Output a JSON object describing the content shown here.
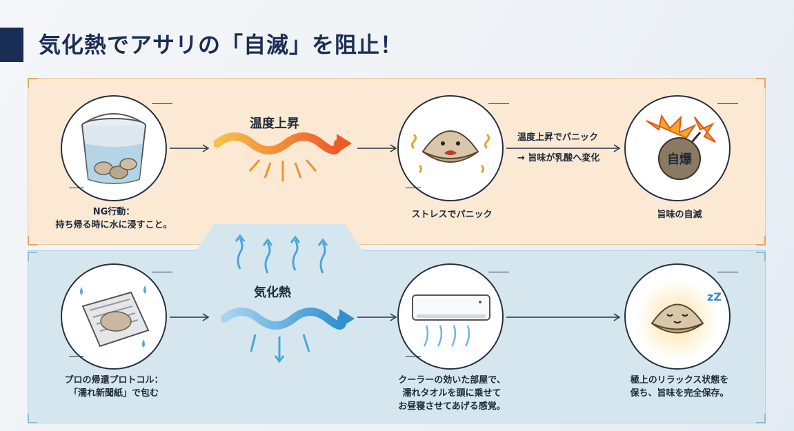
{
  "title": "気化熱でアサリの「自滅」を阻止！",
  "top_row": {
    "wave_label": "温度上昇",
    "captions": [
      "NG行動：\n持ち帰る時に水に浸すこと。",
      "ストレスでパニック",
      "旨味の自滅"
    ],
    "note": "温度上昇でパニック\n→ 旨味が乳酸へ変化",
    "explosion_text": "自爆"
  },
  "bottom_row": {
    "wave_label": "気化熱",
    "captions": [
      "プロの帰還プロトコル：\n「濡れ新聞紙」で包む",
      "クーラーの効いた部屋で、\n濡れタオルを頭に乗せて\nお昼寝させてあげる感覚。",
      "極上のリラックス状態を\n保ち、旨味を完全保存。"
    ],
    "sleep_text": "zZ"
  },
  "colors": {
    "navy": "#1a2e55",
    "warm_panel": "#fbe9d3",
    "cool_panel": "#d5e6ef",
    "heat_arrow": "#f28a2a",
    "cool_arrow": "#4aa6d8"
  }
}
